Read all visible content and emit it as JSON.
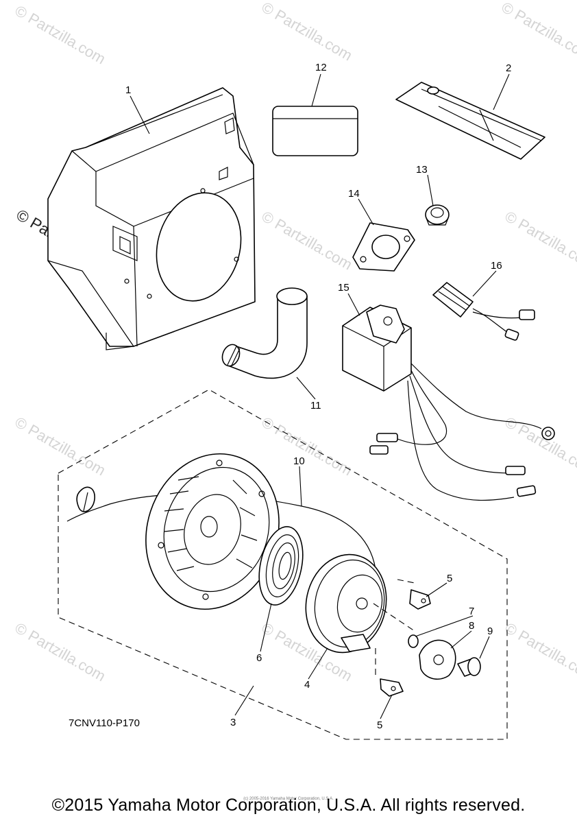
{
  "watermark": {
    "site": "© Partzilla.com",
    "prominent": "© Partzilla.com"
  },
  "callouts": {
    "c1": "1",
    "c2": "2",
    "c3": "3",
    "c4": "4",
    "c5a": "5",
    "c5b": "5",
    "c6": "6",
    "c7": "7",
    "c8": "8",
    "c9": "9",
    "c10": "10",
    "c11": "11",
    "c12": "12",
    "c13": "13",
    "c14": "14",
    "c15": "15",
    "c16": "16"
  },
  "diagram_code": "7CNV110-P170",
  "small_copyright": "(c) 2005-2016 Yamaha Motor Corporation, U.S.A.",
  "copyright": "©2015 Yamaha Motor Corporation, U.S.A. All rights reserved."
}
